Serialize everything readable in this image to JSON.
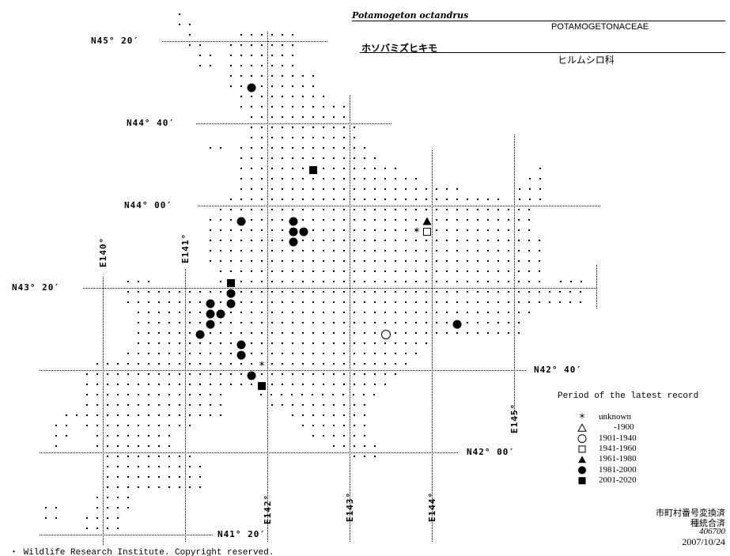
{
  "header": {
    "species": "Potamogeton octandrus",
    "family": "POTAMOGETONACEAE",
    "japanese_name": "ホソバミズヒキモ",
    "japanese_family": "ヒルムシロ科"
  },
  "grid_labels": {
    "lat": [
      "N45° 20′",
      "N44° 40′",
      "N44° 00′",
      "N43° 20′",
      "N42° 40′",
      "N42° 00′",
      "N41° 20′"
    ],
    "lon": [
      "E140°",
      "E141°",
      "E142°",
      "E143°",
      "E144°",
      "E145°"
    ]
  },
  "legend": {
    "title": "Period of the latest record",
    "items": [
      {
        "symbol": "asterisk",
        "label": "unknown"
      },
      {
        "symbol": "open-triangle",
        "label": "-1900"
      },
      {
        "symbol": "open-circle",
        "label": "1901-1940"
      },
      {
        "symbol": "open-square",
        "label": "1941-1960"
      },
      {
        "symbol": "filled-triangle",
        "label": "1961-1980"
      },
      {
        "symbol": "filled-circle",
        "label": "1981-2000"
      },
      {
        "symbol": "filled-square",
        "label": "2001-2020"
      }
    ]
  },
  "records": [
    {
      "symbol": "filled-circle",
      "lon": 141.808,
      "lat": 44.955
    },
    {
      "symbol": "filled-circle",
      "lon": 141.683,
      "lat": 43.872
    },
    {
      "symbol": "filled-circle",
      "lon": 142.317,
      "lat": 43.872
    },
    {
      "symbol": "filled-circle",
      "lon": 142.317,
      "lat": 43.788
    },
    {
      "symbol": "filled-circle",
      "lon": 142.442,
      "lat": 43.788
    },
    {
      "symbol": "filled-circle",
      "lon": 142.317,
      "lat": 43.705
    },
    {
      "symbol": "filled-circle",
      "lon": 141.558,
      "lat": 43.288
    },
    {
      "symbol": "filled-circle",
      "lon": 141.308,
      "lat": 43.205
    },
    {
      "symbol": "filled-circle",
      "lon": 141.558,
      "lat": 43.205
    },
    {
      "symbol": "filled-circle",
      "lon": 141.308,
      "lat": 43.122
    },
    {
      "symbol": "filled-circle",
      "lon": 141.433,
      "lat": 43.122
    },
    {
      "symbol": "filled-circle",
      "lon": 141.308,
      "lat": 43.038
    },
    {
      "symbol": "filled-circle",
      "lon": 141.183,
      "lat": 42.955
    },
    {
      "symbol": "filled-circle",
      "lon": 141.683,
      "lat": 42.872
    },
    {
      "symbol": "filled-circle",
      "lon": 141.683,
      "lat": 42.788
    },
    {
      "symbol": "filled-circle",
      "lon": 141.808,
      "lat": 42.622
    },
    {
      "symbol": "filled-circle",
      "lon": 144.308,
      "lat": 43.038
    },
    {
      "symbol": "filled-square",
      "lon": 142.558,
      "lat": 44.288
    },
    {
      "symbol": "filled-square",
      "lon": 141.558,
      "lat": 43.372
    },
    {
      "symbol": "filled-square",
      "lon": 141.933,
      "lat": 42.538
    },
    {
      "symbol": "filled-triangle",
      "lon": 143.942,
      "lat": 43.872
    },
    {
      "symbol": "open-square",
      "lon": 143.942,
      "lat": 43.788
    },
    {
      "symbol": "open-circle",
      "lon": 143.442,
      "lat": 42.955
    },
    {
      "symbol": "asterisk",
      "lon": 143.817,
      "lat": 43.788
    },
    {
      "symbol": "asterisk",
      "lon": 141.933,
      "lat": 42.705
    }
  ],
  "footer": {
    "status1": "市町村番号変換済",
    "status2": "種統合済",
    "code": "406700",
    "date": "2007/10/24",
    "copyright": "・ Wildlife Research Institute. Copyright reserved."
  }
}
